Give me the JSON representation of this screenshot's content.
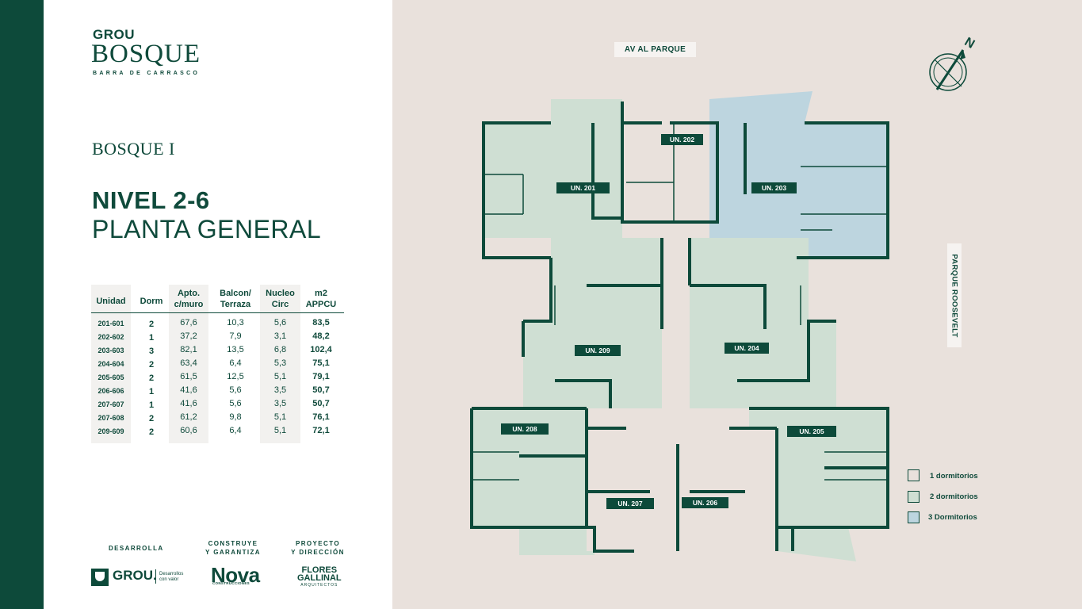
{
  "brand": {
    "top": "GROU",
    "main": "BOSQUE",
    "sub": "BARRA DE CARRASCO"
  },
  "building": "BOSQUE I",
  "heading": {
    "level": "NIVEL 2-6",
    "plan": "PLANTA GENERAL"
  },
  "table": {
    "headers": {
      "unidad": "Unidad",
      "dorm": "Dorm",
      "apto_1": "Apto.",
      "apto_2": "c/muro",
      "balcon_1": "Balcon/",
      "balcon_2": "Terraza",
      "nucleo_1": "Nucleo",
      "nucleo_2": "Circ",
      "m2_1": "m2",
      "m2_2": "APPCU"
    },
    "rows": [
      {
        "unidad": "201-601",
        "dorm": "2",
        "apto": "67,6",
        "balcon": "10,3",
        "nucleo": "5,6",
        "m2": "83,5"
      },
      {
        "unidad": "202-602",
        "dorm": "1",
        "apto": "37,2",
        "balcon": "7,9",
        "nucleo": "3,1",
        "m2": "48,2"
      },
      {
        "unidad": "203-603",
        "dorm": "3",
        "apto": "82,1",
        "balcon": "13,5",
        "nucleo": "6,8",
        "m2": "102,4"
      },
      {
        "unidad": "204-604",
        "dorm": "2",
        "apto": "63,4",
        "balcon": "6,4",
        "nucleo": "5,3",
        "m2": "75,1"
      },
      {
        "unidad": "205-605",
        "dorm": "2",
        "apto": "61,5",
        "balcon": "12,5",
        "nucleo": "5,1",
        "m2": "79,1"
      },
      {
        "unidad": "206-606",
        "dorm": "1",
        "apto": "41,6",
        "balcon": "5,6",
        "nucleo": "3,5",
        "m2": "50,7"
      },
      {
        "unidad": "207-607",
        "dorm": "1",
        "apto": "41,6",
        "balcon": "5,6",
        "nucleo": "3,5",
        "m2": "50,7"
      },
      {
        "unidad": "207-608",
        "dorm": "2",
        "apto": "61,2",
        "balcon": "9,8",
        "nucleo": "5,1",
        "m2": "76,1"
      },
      {
        "unidad": "209-609",
        "dorm": "2",
        "apto": "60,6",
        "balcon": "6,4",
        "nucleo": "5,1",
        "m2": "72,1"
      }
    ]
  },
  "credits": {
    "desarrolla": "DESARROLLA",
    "construye_1": "CONSTRUYE",
    "construye_2": "Y GARANTIZA",
    "proyecto_1": "PROYECTO",
    "proyecto_2": "Y DIRECCIÓN"
  },
  "logos": {
    "grou": "GROU.",
    "grou_tag_1": "Desarrollos",
    "grou_tag_2": "con valor",
    "nova": "Nova",
    "nova_sub": "CONSTRUCCIONES",
    "flores_1": "FLORES",
    "flores_2": "GALLINAL",
    "flores_sub": "ARQUITECTOS"
  },
  "plan": {
    "street_top": "AV AL PARQUE",
    "street_right": "PARQUE ROOSEVELT",
    "north": "N",
    "units": {
      "u201": "UN. 201",
      "u202": "UN. 202",
      "u203": "UN. 203",
      "u204": "UN. 204",
      "u205": "UN. 205",
      "u206": "UN. 206",
      "u207": "UN. 207",
      "u208": "UN. 208",
      "u209": "UN. 209"
    },
    "colors": {
      "one_bed": "#e9e1dc",
      "two_bed": "#cfdfd3",
      "three_bed": "#bdd5df",
      "wall": "#0d4a3a"
    }
  },
  "legend": {
    "one": "1 dormitorios",
    "two": "2 dormitorios",
    "three": "3 Dormitorios"
  }
}
